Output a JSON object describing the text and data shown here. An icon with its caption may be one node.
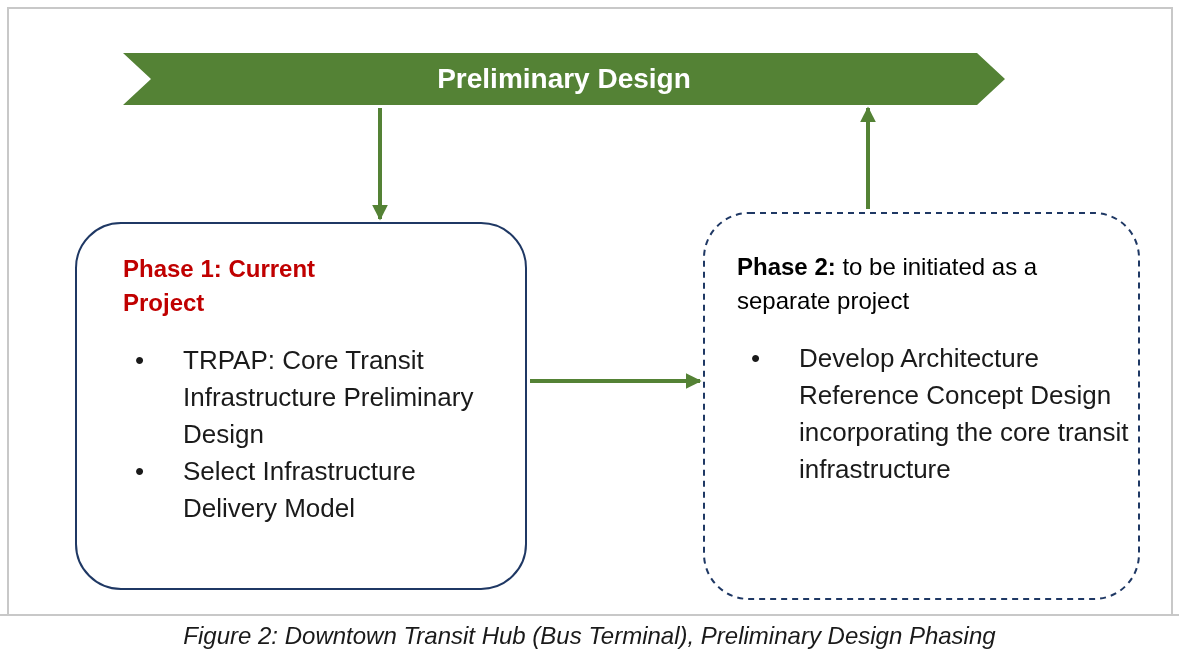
{
  "diagram": {
    "caption": "Figure 2: Downtown Transit Hub (Bus Terminal), Preliminary Design Phasing",
    "nodes": [
      {
        "text": [
          "Preliminary Design"
        ]
      },
      {
        "text": [
          "Phase 1: Current Project",
          "TRPAP: Core Transit Infrastructure Preliminary Design",
          "Select Infrastructure Delivery Model"
        ]
      },
      {
        "text": [
          "**Phase 2:** to be initiated as a separate project",
          "Develop Architecture Reference Concept Design incorporating the core transit infrastructure"
        ]
      }
    ],
    "edges": [
      {
        "from": 0,
        "to": 1,
        "arrow": "to"
      },
      {
        "from": 1,
        "to": 2,
        "arrow": "to"
      },
      {
        "from": 2,
        "to": 0,
        "arrow": "to"
      }
    ],
    "labels": [
      "•",
      "•",
      "•"
    ]
  }
}
